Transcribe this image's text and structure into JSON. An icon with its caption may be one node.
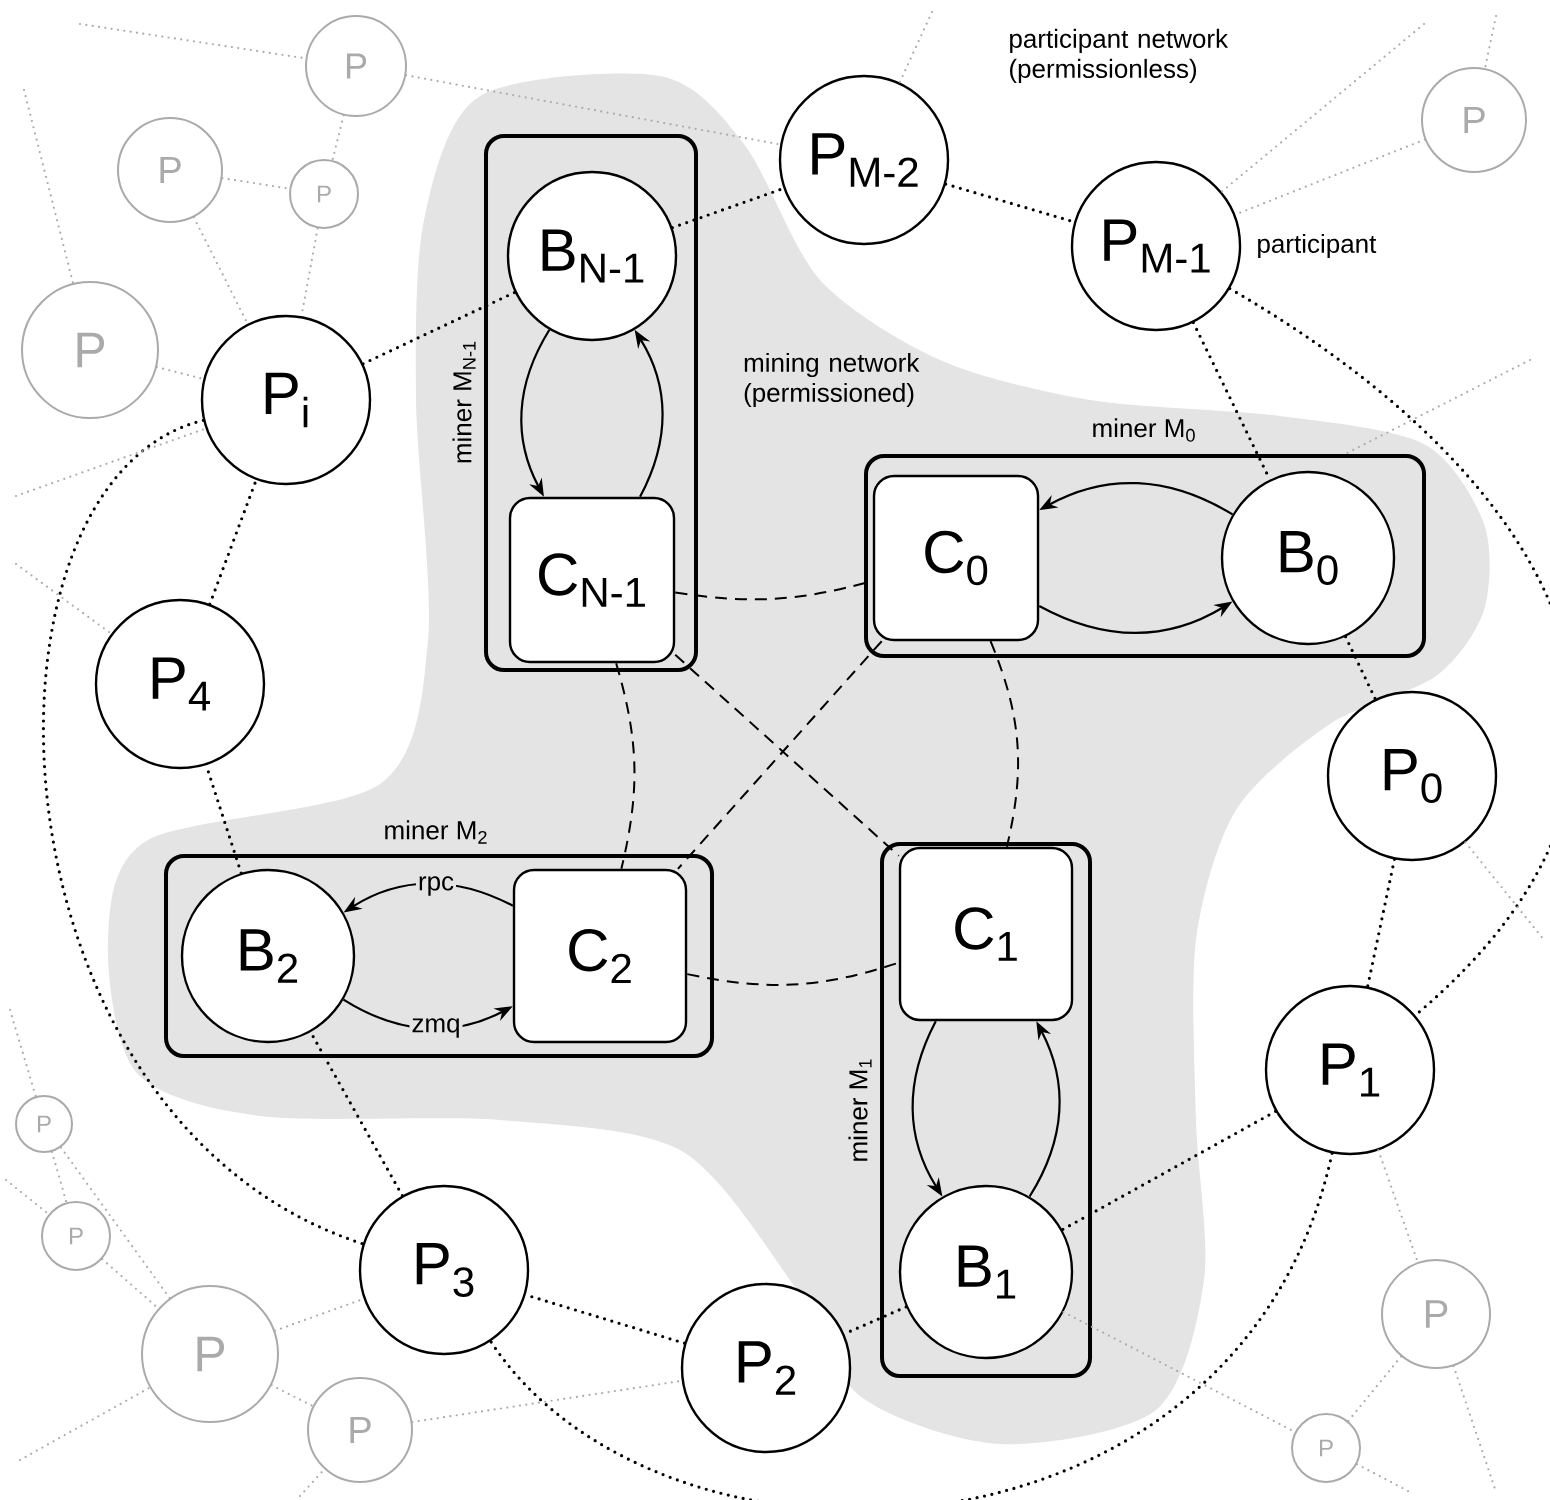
{
  "diagram": {
    "nodes": [
      {
        "text": [
          "mining network (permissioned)"
        ]
      },
      {
        "text": [
          "miner M$_{N-1}$"
        ],
        "in": 0
      },
      {
        "text": [
          "B$_{N-1}$"
        ],
        "in": 1
      },
      {
        "text": [
          "C$_{N-1}$"
        ],
        "in": 1
      },
      {
        "text": [
          "miner M$_{0}$"
        ],
        "in": 0
      },
      {
        "text": [
          "C$_{0}$"
        ],
        "in": 4
      },
      {
        "text": [
          "B$_{0}$"
        ],
        "in": 4
      },
      {
        "text": [
          "miner M$_{2}$"
        ],
        "in": 0
      },
      {
        "text": [
          "B$_{2}$"
        ],
        "in": 7
      },
      {
        "text": [
          "C$_{2}$"
        ],
        "in": 7
      },
      {
        "text": [
          "miner M$_{1}$"
        ],
        "in": 0
      },
      {
        "text": [
          "C$_{1}$"
        ],
        "in": 10
      },
      {
        "text": [
          "B$_{1}$"
        ],
        "in": 10
      },
      {
        "text": [
          "P$_{M-2}$"
        ]
      },
      {
        "text": [
          "P$_{M-1}$"
        ],
        "beside": [
          "participant"
        ]
      },
      {
        "text": [
          "P$_{i}$"
        ]
      },
      {
        "text": [
          "P$_{4}$"
        ]
      },
      {
        "text": [
          "P$_{0}$"
        ]
      },
      {
        "text": [
          "P$_{1}$"
        ]
      },
      {
        "text": [
          "P$_{3}$"
        ]
      },
      {
        "text": [
          "P$_{2}$"
        ]
      },
      {
        "text": [
          "P"
        ]
      },
      {
        "text": [
          "P"
        ]
      },
      {
        "text": [
          "P"
        ]
      },
      {
        "text": [
          "P"
        ]
      },
      {
        "text": [
          "P"
        ]
      },
      {
        "text": [
          "P"
        ]
      },
      {
        "text": [
          "P"
        ]
      },
      {
        "text": [
          "P"
        ]
      },
      {
        "text": [
          "P"
        ]
      },
      {
        "text": [
          "P"
        ]
      },
      {
        "text": [
          "P"
        ]
      }
    ],
    "edges": [
      {
        "from": 2,
        "to": 3,
        "arrow": "to",
        "color": "#000000"
      },
      {
        "from": 3,
        "to": 2,
        "arrow": "to",
        "color": "#000000"
      },
      {
        "from": 6,
        "to": 5,
        "arrow": "to",
        "color": "#000000"
      },
      {
        "from": 5,
        "to": 6,
        "arrow": "to",
        "color": "#000000"
      },
      {
        "from": 9,
        "to": 8,
        "arrow": "to",
        "label": "rpc",
        "color": "#000000"
      },
      {
        "from": 8,
        "to": 9,
        "arrow": "to",
        "label": "zmq",
        "color": "#000000"
      },
      {
        "from": 11,
        "to": 12,
        "arrow": "to",
        "color": "#000000"
      },
      {
        "from": 12,
        "to": 11,
        "arrow": "to",
        "color": "#000000"
      },
      {
        "from": 3,
        "to": 5,
        "arrow": "none",
        "style": "dashed",
        "color": "#000000"
      },
      {
        "from": 3,
        "to": 9,
        "arrow": "none",
        "style": "dashed",
        "color": "#000000"
      },
      {
        "from": 3,
        "to": 11,
        "arrow": "none",
        "style": "dashed",
        "color": "#000000"
      },
      {
        "from": 5,
        "to": 9,
        "arrow": "none",
        "style": "dashed",
        "color": "#000000"
      },
      {
        "from": 5,
        "to": 11,
        "arrow": "none",
        "style": "dashed",
        "color": "#000000"
      },
      {
        "from": 9,
        "to": 11,
        "arrow": "none",
        "style": "dashed",
        "color": "#000000"
      },
      {
        "from": 2,
        "to": 13,
        "arrow": "none",
        "style": "dashed",
        "color": "#000000"
      },
      {
        "from": 13,
        "to": 14,
        "arrow": "none",
        "style": "dashed",
        "color": "#000000"
      },
      {
        "from": 14,
        "to": 6,
        "arrow": "none",
        "style": "dashed",
        "color": "#000000"
      },
      {
        "from": 14,
        "to": 18,
        "arrow": "none",
        "style": "dashed",
        "color": "#000000"
      },
      {
        "from": 6,
        "to": 17,
        "arrow": "none",
        "style": "dashed",
        "color": "#000000"
      },
      {
        "from": 17,
        "to": 18,
        "arrow": "none",
        "style": "dashed",
        "color": "#000000"
      },
      {
        "from": 18,
        "to": 12,
        "arrow": "none",
        "style": "dashed",
        "color": "#000000"
      },
      {
        "from": 12,
        "to": 20,
        "arrow": "none",
        "style": "dashed",
        "color": "#000000"
      },
      {
        "from": 20,
        "to": 19,
        "arrow": "none",
        "style": "dashed",
        "color": "#000000"
      },
      {
        "from": 18,
        "to": 19,
        "arrow": "none",
        "style": "dashed",
        "color": "#000000"
      },
      {
        "from": 19,
        "to": 8,
        "arrow": "none",
        "style": "dashed",
        "color": "#000000"
      },
      {
        "from": 8,
        "to": 16,
        "arrow": "none",
        "style": "dashed",
        "color": "#000000"
      },
      {
        "from": 16,
        "to": 15,
        "arrow": "none",
        "style": "dashed",
        "color": "#000000"
      },
      {
        "from": 15,
        "to": 2,
        "arrow": "none",
        "style": "dashed",
        "color": "#000000"
      },
      {
        "from": 15,
        "to": 19,
        "arrow": "none",
        "style": "dashed",
        "color": "#000000"
      },
      {
        "from": null,
        "to": 21,
        "arrow": "none",
        "style": "dashed"
      },
      {
        "from": 21,
        "to": 13,
        "arrow": "none",
        "style": "dashed"
      },
      {
        "from": 21,
        "to": 23,
        "arrow": "none",
        "style": "dashed"
      },
      {
        "from": 22,
        "to": 23,
        "arrow": "none",
        "style": "dashed"
      },
      {
        "from": null,
        "to": 24,
        "arrow": "none",
        "style": "dashed"
      },
      {
        "from": 22,
        "to": 15,
        "arrow": "none",
        "style": "dashed"
      },
      {
        "from": 23,
        "to": 15,
        "arrow": "none",
        "style": "dashed"
      },
      {
        "from": 24,
        "to": 15,
        "arrow": "none",
        "style": "dashed"
      },
      {
        "from": null,
        "to": 15,
        "arrow": "none",
        "style": "dashed"
      },
      {
        "from": null,
        "to": 16,
        "arrow": "none",
        "style": "dashed"
      },
      {
        "from": 25,
        "to": 14,
        "arrow": "none",
        "style": "dashed"
      },
      {
        "from": null,
        "to": 25,
        "arrow": "none",
        "style": "dashed"
      },
      {
        "from": null,
        "to": 14,
        "arrow": "none",
        "style": "dashed"
      },
      {
        "from": null,
        "to": 13,
        "arrow": "none",
        "style": "dashed"
      },
      {
        "from": null,
        "to": 4,
        "arrow": "none",
        "style": "dashed"
      },
      {
        "from": 17,
        "to": null,
        "arrow": "none",
        "style": "dashed"
      },
      {
        "from": 18,
        "to": 30,
        "arrow": "none",
        "style": "dashed"
      },
      {
        "from": 12,
        "to": 31,
        "arrow": "none",
        "style": "dashed"
      },
      {
        "from": 30,
        "to": 31,
        "arrow": "none",
        "style": "dashed"
      },
      {
        "from": 30,
        "to": null,
        "arrow": "none",
        "style": "dashed"
      },
      {
        "from": 31,
        "to": null,
        "arrow": "none",
        "style": "dashed"
      },
      {
        "from": 26,
        "to": 27,
        "arrow": "none",
        "style": "dashed"
      },
      {
        "from": 26,
        "to": 28,
        "arrow": "none",
        "style": "dashed"
      },
      {
        "from": 27,
        "to": 28,
        "arrow": "none",
        "style": "dashed"
      },
      {
        "from": 28,
        "to": 29,
        "arrow": "none",
        "style": "dashed"
      },
      {
        "from": 28,
        "to": 19,
        "arrow": "none",
        "style": "dashed"
      },
      {
        "from": 29,
        "to": 20,
        "arrow": "none",
        "style": "dashed"
      },
      {
        "from": null,
        "to": 26,
        "arrow": "none",
        "style": "dashed"
      },
      {
        "from": null,
        "to": 27,
        "arrow": "none",
        "style": "dashed"
      },
      {
        "from": null,
        "to": 28,
        "arrow": "none",
        "style": "dashed"
      },
      {
        "from": null,
        "to": 29,
        "arrow": "none",
        "style": "dashed"
      }
    ],
    "labels": [
      "participant network (permissionless)"
    ]
  }
}
